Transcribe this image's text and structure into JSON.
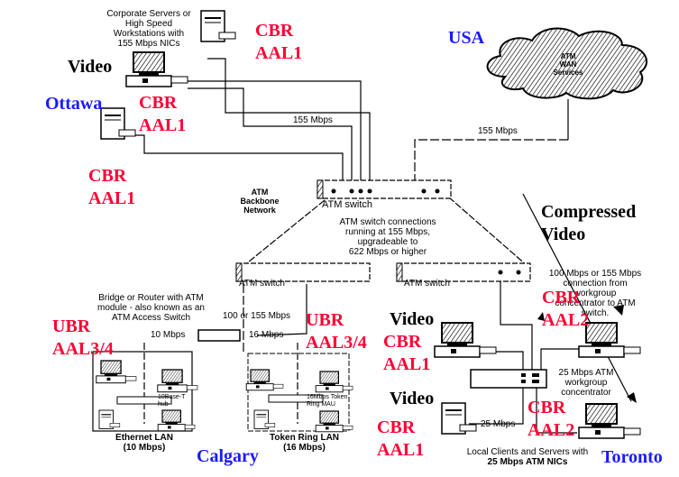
{
  "colors": {
    "traffic_class": "#ff0033",
    "location": "#1a1aff",
    "line": "#000000"
  },
  "cloud": {
    "label_lines": [
      "ATM",
      "WAN",
      "Services"
    ]
  },
  "servers_caption": [
    "Corporate Servers or",
    "High Speed",
    "Workstations with",
    "155 Mbps NICs"
  ],
  "backbone": {
    "label_lines": [
      "ATM",
      "Backbone",
      "Network"
    ],
    "switch_label": "ATM switch",
    "caption": [
      "ATM switch connections",
      "running at 155 Mbps,",
      "upgradeable to",
      "622 Mbps or higher"
    ]
  },
  "switch_left_label": "ATM switch",
  "switch_right_label": "ATM switch",
  "links": {
    "servers_uplink": "155 Mbps",
    "wan_uplink": "155 Mbps",
    "access_uplink": "100 or 155  Mbps",
    "ethernet": "10  Mbps",
    "token_ring": "16  Mbps",
    "client": "25 Mbps"
  },
  "bridge_caption": [
    "Bridge or Router with ATM",
    "module - also known as an",
    "ATM Access Switch"
  ],
  "ethernet_lan": {
    "hub": [
      "10Base-T",
      "hub"
    ],
    "label": [
      "Ethernet LAN",
      "(10 Mbps)"
    ]
  },
  "token_ring_lan": {
    "mau": [
      "16Mbps Token",
      "Ring MAU"
    ],
    "label": [
      "Token Ring LAN",
      "(16 Mbps)"
    ]
  },
  "concentrator_uplink_caption": [
    "100 Mbps or 155 Mbps",
    "connection from",
    "workgroup",
    "concentrator to ATM",
    "switch."
  ],
  "concentrator_caption": [
    "25 Mbps ATM",
    "workgroup",
    "concentrator"
  ],
  "local_clients_caption": [
    "Local Clients and Servers with",
    "25 Mbps ATM NICs"
  ],
  "annotations": {
    "video_top": "Video",
    "cbr_aal1_top": [
      "CBR",
      "AAL1"
    ],
    "usa": "USA",
    "ottawa": "Ottawa",
    "cbr_aal1_ottawa": [
      "CBR",
      "AAL1"
    ],
    "cbr_aal1_left": [
      "CBR",
      "AAL1"
    ],
    "compressed_video": [
      "Compressed",
      "Video"
    ],
    "cbr_aal2_top": [
      "CBR",
      "AAL2"
    ],
    "ubr_left": [
      "UBR",
      "AAL3/4"
    ],
    "ubr_right": [
      "UBR",
      "AAL3/4"
    ],
    "video_mid": "Video",
    "cbr_aal1_mid": [
      "CBR",
      "AAL1"
    ],
    "video_low": "Video",
    "cbr_aal1_low": [
      "CBR",
      "AAL1"
    ],
    "cbr_aal2_low": [
      "CBR",
      "AAL2"
    ],
    "calgary": "Calgary",
    "toronto": "Toronto"
  }
}
